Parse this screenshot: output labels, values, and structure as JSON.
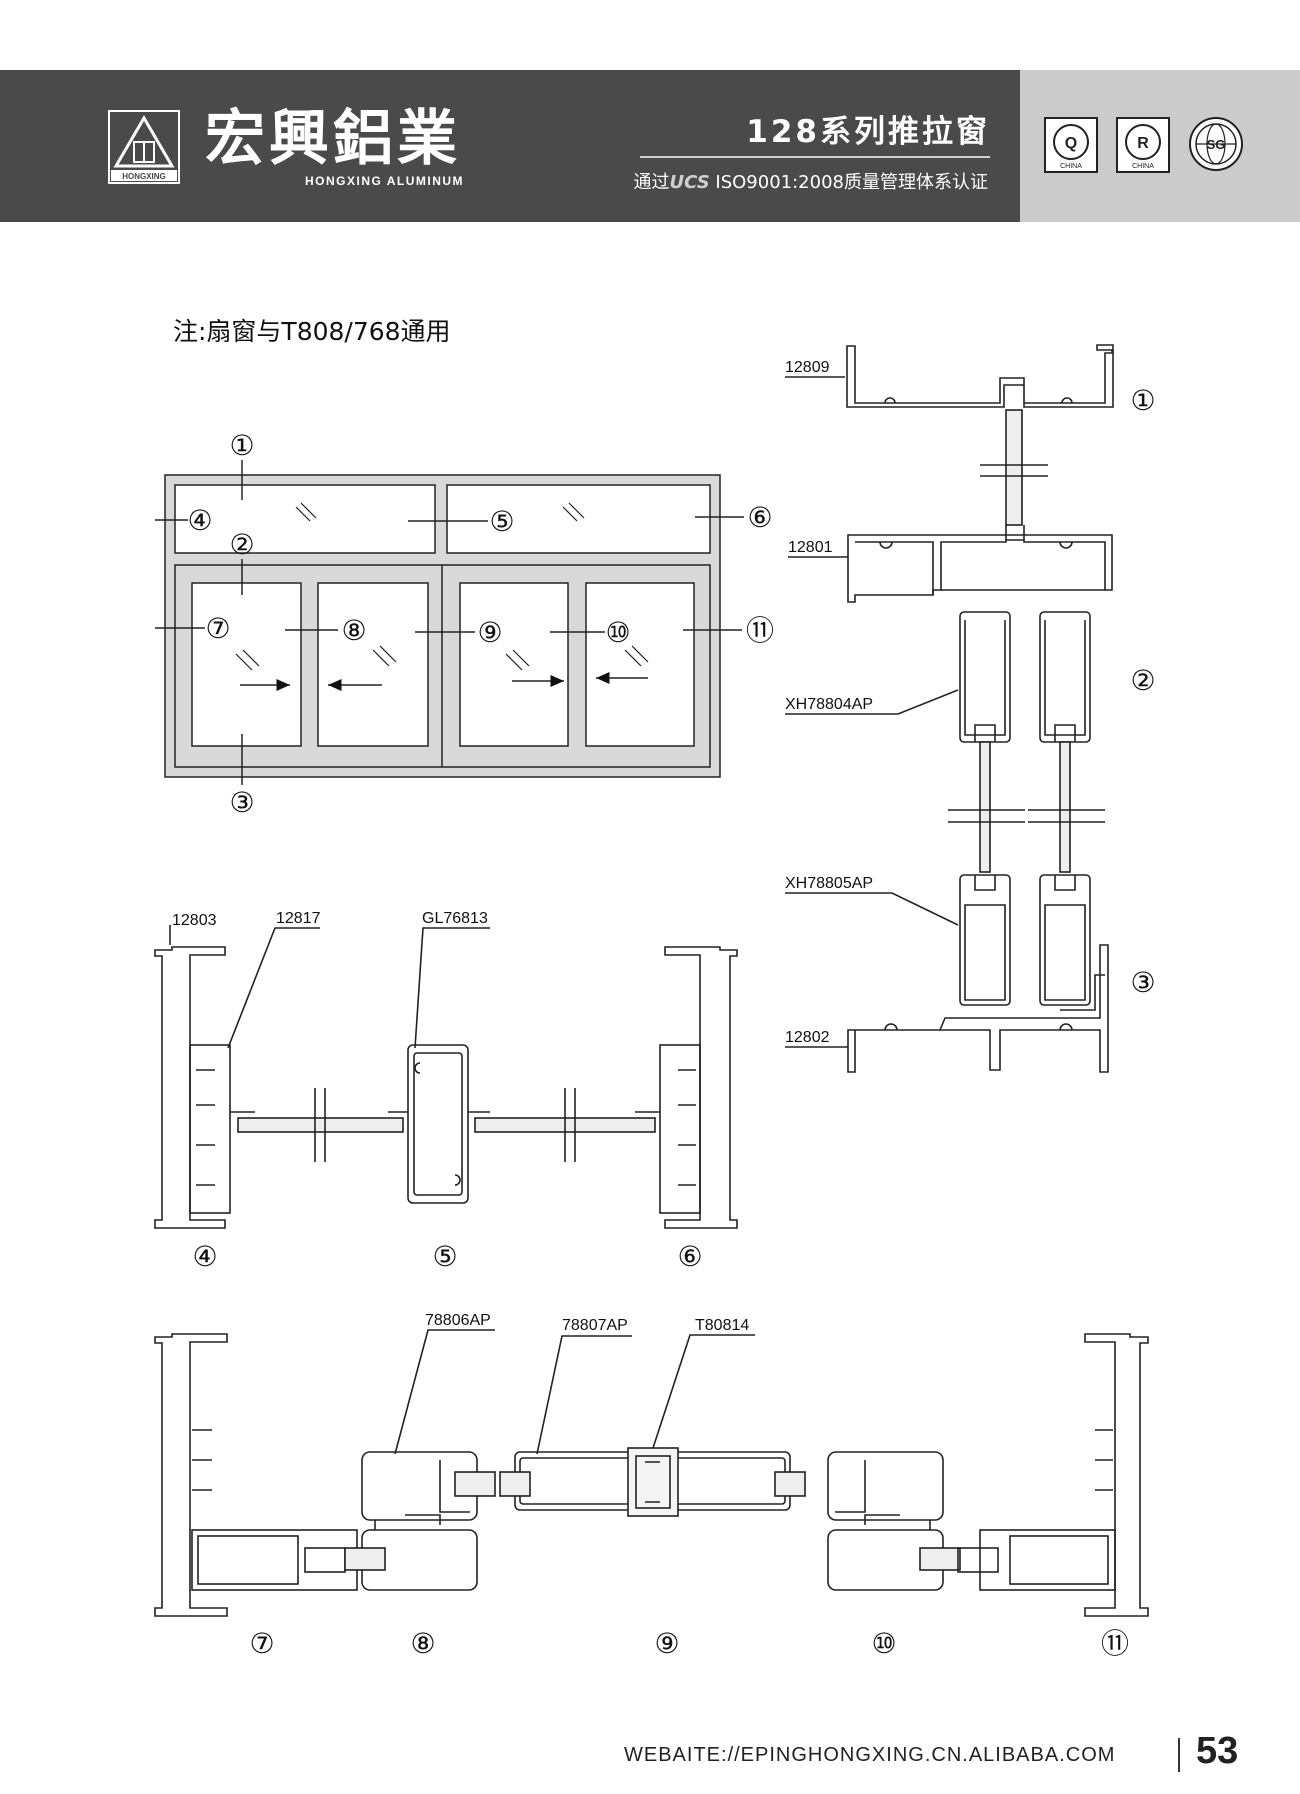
{
  "header": {
    "logo_text": "HONGXING",
    "brand_cn": "宏興鋁業",
    "brand_en": "HONGXING ALUMINUM",
    "series_title": "128系列推拉窗",
    "cert_prefix": "通过",
    "cert_mark": "UCS",
    "cert_suffix": "ISO9001:2008质量管理体系认证",
    "badges": [
      {
        "letter": "Q",
        "label": "CHINA"
      },
      {
        "letter": "R",
        "label": "CHINA"
      },
      {
        "letter": "SG",
        "label": ""
      }
    ]
  },
  "note": "注:扇窗与T808/768通用",
  "markers": [
    "①",
    "②",
    "③",
    "④",
    "⑤",
    "⑥",
    "⑦",
    "⑧",
    "⑨",
    "⑩",
    "⑪"
  ],
  "profiles": {
    "p12809": "12809",
    "p12801": "12801",
    "pXH78804AP": "XH78804AP",
    "pXH78805AP": "XH78805AP",
    "p12802": "12802",
    "p12803": "12803",
    "p12817": "12817",
    "pGL76813": "GL76813",
    "p78806AP": "78806AP",
    "p78807AP": "78807AP",
    "pT80814": "T80814"
  },
  "footer": {
    "url": "WEBAITE://EPINGHONGXING.CN.ALIBABA.COM",
    "page": "53"
  }
}
